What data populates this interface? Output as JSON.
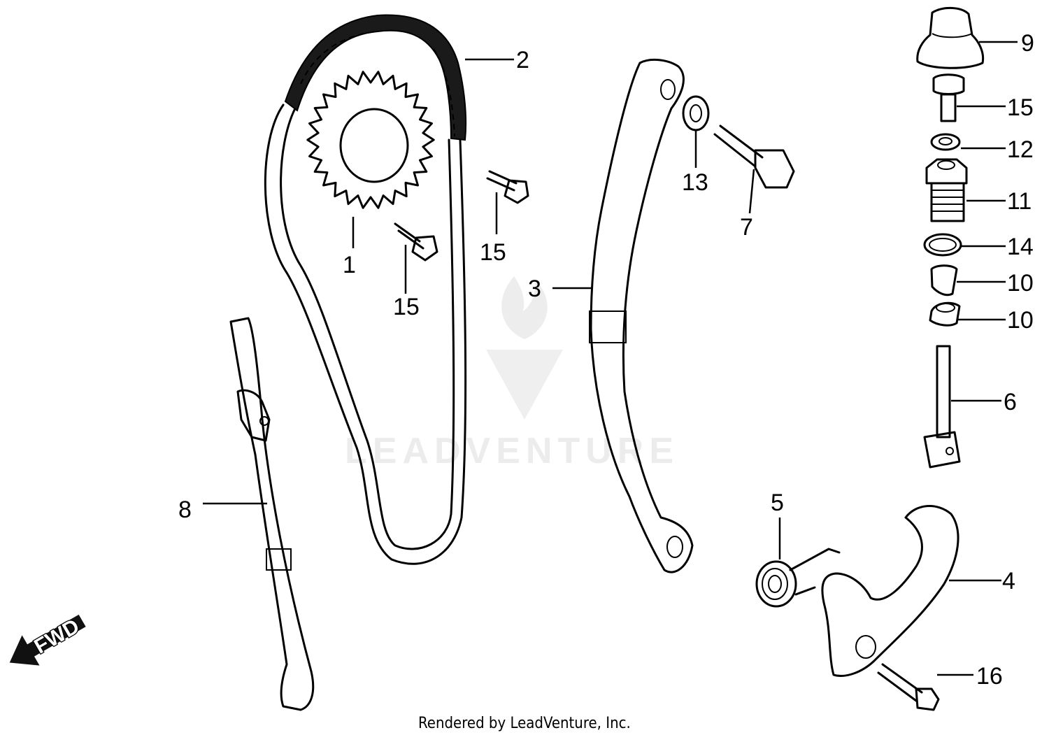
{
  "callouts": {
    "c1": "1",
    "c2": "2",
    "c3": "3",
    "c4": "4",
    "c5": "5",
    "c6": "6",
    "c7": "7",
    "c8": "8",
    "c9": "9",
    "c10a": "10",
    "c10b": "10",
    "c11": "11",
    "c12": "12",
    "c13": "13",
    "c14": "14",
    "c15a": "15",
    "c15b": "15",
    "c15c": "15",
    "c16": "16"
  },
  "direction_label": "FWD",
  "watermark": "LEADVENTURE",
  "footer": "Rendered by LeadVenture, Inc."
}
